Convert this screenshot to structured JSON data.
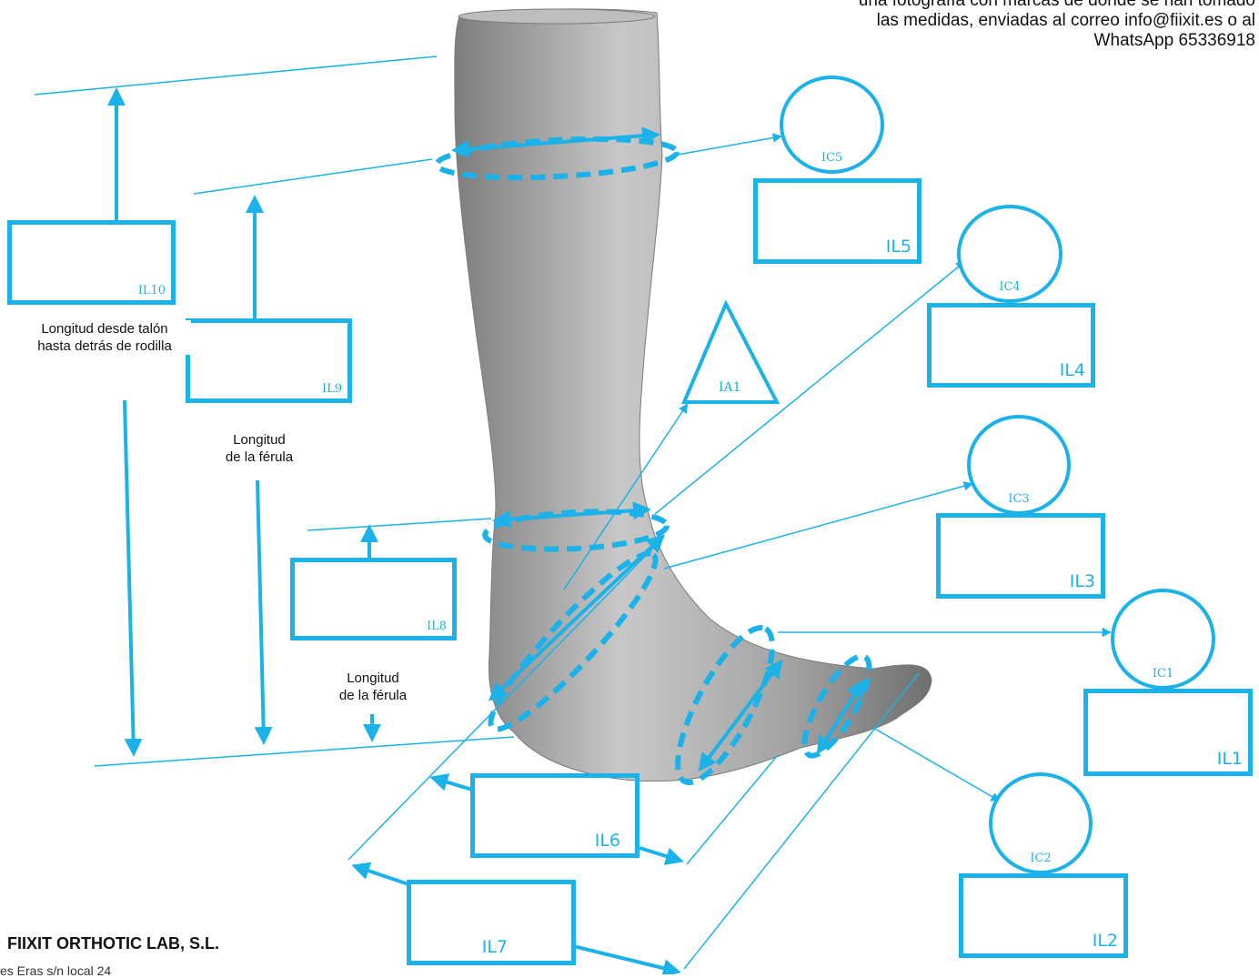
{
  "note": {
    "line1": "una fotografía con marcas de dónde se han tomado",
    "line2": "las medidas, enviadas al correo info@fiixit.es o al",
    "line3": "WhatsApp 65336918"
  },
  "captions": {
    "il10_caption_line1": "Longitud desde talón",
    "il10_caption_line2": "hasta detrás de rodilla",
    "il9_caption_line1": "Longitud",
    "il9_caption_line2": "de la férula",
    "il8_caption_line1": "Longitud",
    "il8_caption_line2": "de la férula"
  },
  "boxes": {
    "IL1": "IL1",
    "IL2": "IL2",
    "IL3": "IL3",
    "IL4": "IL4",
    "IL5": "IL5",
    "IL6": "IL6",
    "IL7": "IL7",
    "IL8": "IL8",
    "IL9": "IL9",
    "IL10": "IL10"
  },
  "circles": {
    "IC1": "IC1",
    "IC2": "IC2",
    "IC3": "IC3",
    "IC4": "IC4",
    "IC5": "IC5"
  },
  "triangle": {
    "IA1": "IA1"
  },
  "footer": {
    "company": "FIIXIT ORTHOTIC LAB, S.L.",
    "address": "es Eras s/n local 24"
  },
  "colors": {
    "accent": "#1ab2e8",
    "leg": "#a6a6a6"
  }
}
